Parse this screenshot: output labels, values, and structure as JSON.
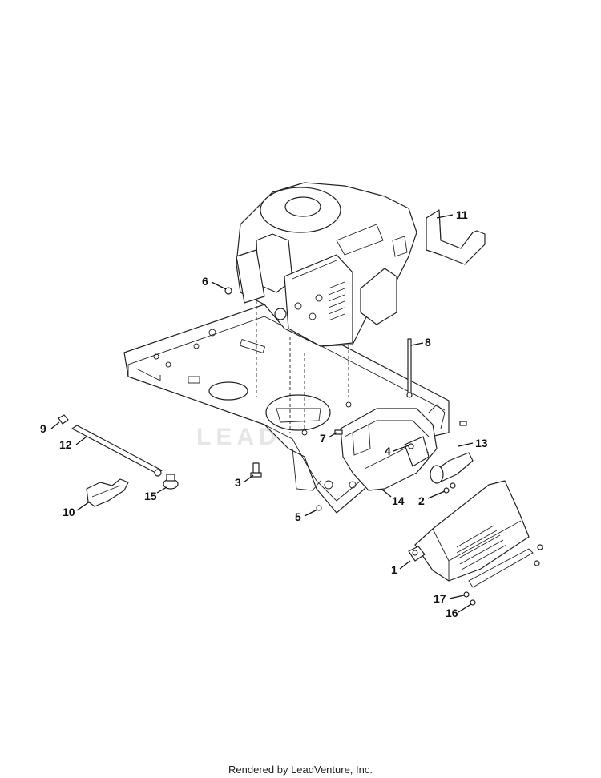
{
  "watermark": "LEADVENTURE",
  "footer": {
    "credit": "Rendered by LeadVenture, Inc."
  },
  "callouts": [
    {
      "id": "11",
      "label": "11"
    },
    {
      "id": "6",
      "label": "6"
    },
    {
      "id": "8",
      "label": "8"
    },
    {
      "id": "9",
      "label": "9"
    },
    {
      "id": "12",
      "label": "12"
    },
    {
      "id": "7",
      "label": "7"
    },
    {
      "id": "4",
      "label": "4"
    },
    {
      "id": "13",
      "label": "13"
    },
    {
      "id": "3",
      "label": "3"
    },
    {
      "id": "15",
      "label": "15"
    },
    {
      "id": "10",
      "label": "10"
    },
    {
      "id": "2",
      "label": "2"
    },
    {
      "id": "14",
      "label": "14"
    },
    {
      "id": "5",
      "label": "5"
    },
    {
      "id": "1",
      "label": "1"
    },
    {
      "id": "17",
      "label": "17"
    },
    {
      "id": "16",
      "label": "16"
    }
  ]
}
